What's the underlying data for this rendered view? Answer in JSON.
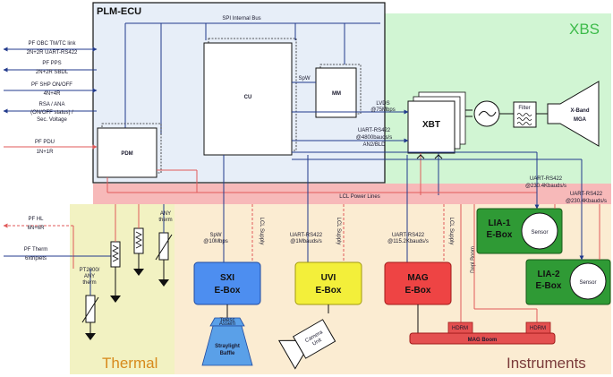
{
  "regions": {
    "plm": "PLM-ECU",
    "xbs": "XBS",
    "thermal": "Thermal",
    "instruments": "Instruments"
  },
  "buses": {
    "spi": "SPI Internal Bus",
    "lcl": "LCL Power Lines"
  },
  "blocks": {
    "cu": "CU",
    "mm": "MM",
    "pdm": "PDM",
    "xbt": "XBT",
    "filter": "Filter",
    "mga_line1": "X-Band",
    "mga_line2": "MGA",
    "sxi_line1": "SXI",
    "sxi_line2": "E-Box",
    "uvi_line1": "UVI",
    "uvi_line2": "E-Box",
    "mag_line1": "MAG",
    "mag_line2": "E-Box",
    "lia1_line1": "LIA-1",
    "lia1_line2": "E-Box",
    "lia2_line1": "LIA-2",
    "lia2_line2": "E-Box",
    "sensor1": "Sensor",
    "sensor2": "Sensor",
    "telescope_line1": "Telesc",
    "telescope_line2": "Assem",
    "baffle_line1": "Straylight",
    "baffle_line2": "Baffle",
    "camera_line1": "Camera",
    "camera_line2": "Unit",
    "mag_boom": "MAG Boom",
    "hdrm_left": "HDRM",
    "hdrm_right": "HDRM"
  },
  "external_links": [
    {
      "line1": "PF OBC TM/TC link",
      "line2": "2N+2R UART-RS422"
    },
    {
      "line1": "PF PPS",
      "line2": "2N+2R SBDL"
    },
    {
      "line1": "PF SHP ON/OFF",
      "line2": "4N+4R"
    },
    {
      "line1": "RSA / ANA",
      "line2": "(ON/OFF status) /",
      "line3": "Sec. Voltage"
    },
    {
      "line1": "PF PDU",
      "line2": "1N+1R"
    },
    {
      "line1": "PF HL",
      "line2": "6N+6R"
    },
    {
      "line1": "PF Therm",
      "line2": "6xtriplets"
    }
  ],
  "link_labels": {
    "spw_mm": "SpW",
    "lvds_line1": "LVDS",
    "lvds_line2": "@75Mbps",
    "xbt_uart_line1": "UART-RS422",
    "xbt_uart_line2": "@4800bauds/s",
    "xbt_uart_line3": "AN2/BLD",
    "sxi_line1": "SpW",
    "sxi_line2": "@10Mbps",
    "uvi_line1": "UART-RS422",
    "uvi_line2": "@1Mbauds/s",
    "mag_line1": "UART-RS422",
    "mag_line2": "@115.2Kbauds/s",
    "lcl_supply_1": "LCL Supply",
    "lcl_supply_2": "LCL Supply",
    "lcl_supply_3": "LCL Supply",
    "depl_boom": "Depl Boom",
    "lia1_line1": "UART-RS422",
    "lia1_line2": "@230.4Kbauds/s",
    "lia2_line1": "UART-RS422",
    "lia2_line2": "@230.4Kbauds/s",
    "any_therm_1_line1": "ANY",
    "any_therm_1_line2": "therm",
    "any_therm_2_line1": "PT2000/",
    "any_therm_2_line2": "ANY",
    "any_therm_2_line3": "therm"
  },
  "colors": {
    "plm_fill": "#e7eef8",
    "xbs_fill": "#d1f5d3",
    "xbs_text": "#3dbb4a",
    "thermal_fill": "#f2f2c2",
    "thermal_text": "#d78a1c",
    "instruments_fill": "#fbecd2",
    "instruments_text": "#7a3a3a",
    "lcl_bar": "#f7b9b9",
    "bus_blue": "#223a8c",
    "power_red": "#e05a5a",
    "sxi": "#4d8ef0",
    "uvi": "#f3ef3a",
    "mag": "#ee4444",
    "lia": "#2f9a35",
    "boom": "#e45050",
    "baffle": "#5aa0e8"
  }
}
